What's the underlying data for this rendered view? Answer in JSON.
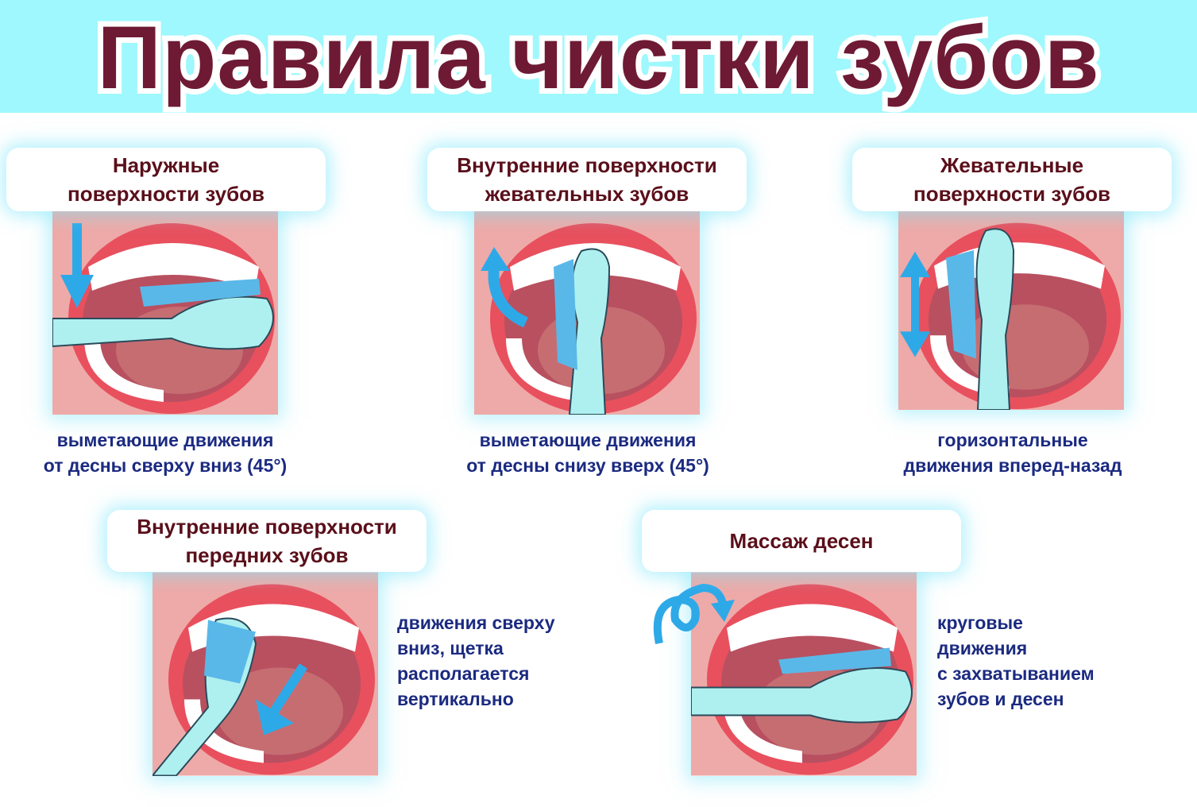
{
  "title": "Правила чистки зубов",
  "colors": {
    "banner": "#9ef8fd",
    "title": "#6e1a35",
    "heading": "#5a0f1a",
    "caption": "#1b2a80",
    "arrow": "#2ea9e8"
  },
  "panels": [
    {
      "heading": [
        "Наружные",
        "поверхности зубов"
      ],
      "caption": [
        "выметающие движения",
        "от десны сверху вниз (45°)"
      ],
      "arrow_icon": "arrow-down-icon"
    },
    {
      "heading": [
        "Внутренние поверхности",
        "жевательных зубов"
      ],
      "caption": [
        "выметающие движения",
        "от десны снизу вверх (45°)"
      ],
      "arrow_icon": "curved-arrow-up-icon"
    },
    {
      "heading": [
        "Жевательные",
        "поверхности зубов"
      ],
      "caption": [
        "горизонтальные",
        "движения вперед-назад"
      ],
      "arrow_icon": "double-arrow-vertical-icon"
    },
    {
      "heading": [
        "Внутренние поверхности",
        "передних зубов"
      ],
      "caption": [
        "движения сверху",
        "вниз, щетка",
        "располагается",
        "вертикально"
      ],
      "arrow_icon": "arrow-down-left-icon"
    },
    {
      "heading": [
        "Массаж десен"
      ],
      "caption": [
        "круговые",
        "движения",
        "с захватыванием",
        "зубов и десен"
      ],
      "arrow_icon": "circular-arrow-icon"
    }
  ]
}
